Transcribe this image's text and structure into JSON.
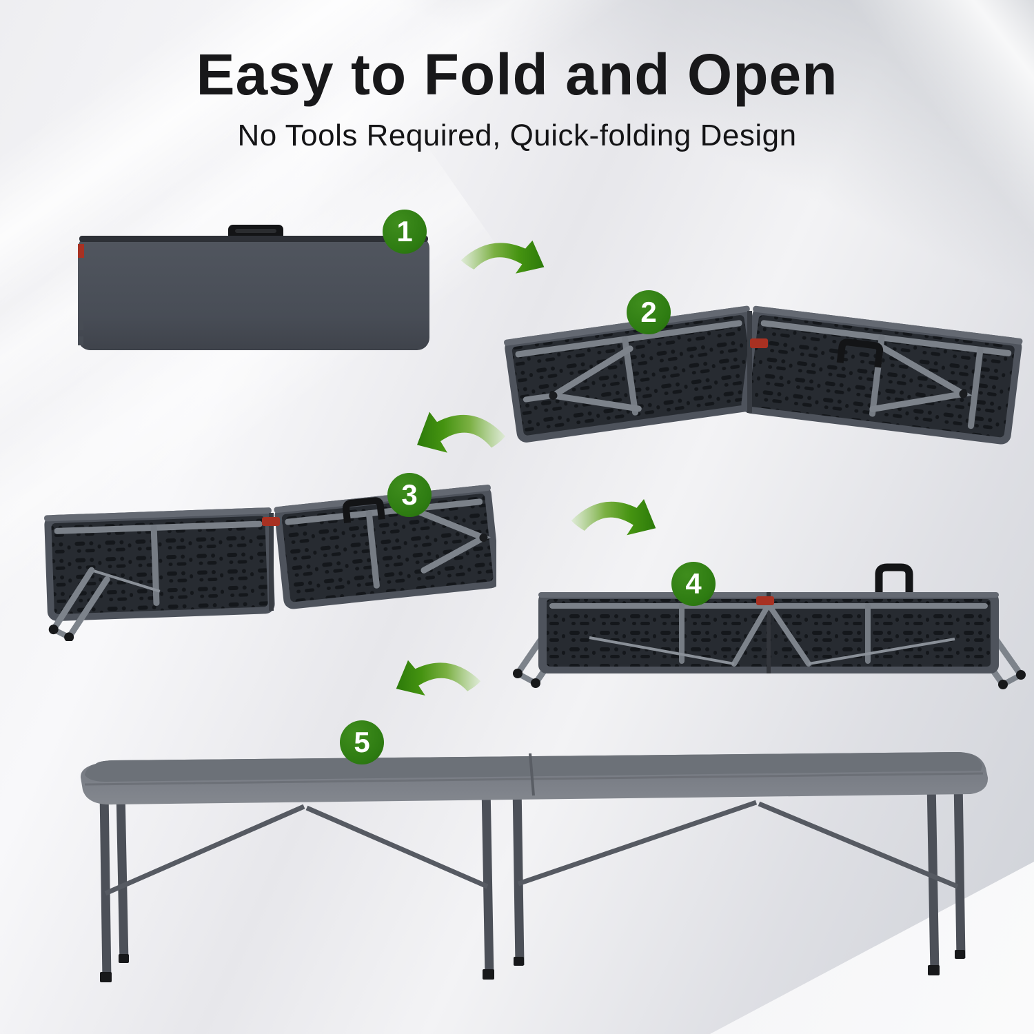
{
  "header": {
    "title": "Easy to Fold and Open",
    "subtitle": "No Tools Required, Quick-folding Design"
  },
  "steps": [
    {
      "number": "1"
    },
    {
      "number": "2"
    },
    {
      "number": "3"
    },
    {
      "number": "4"
    },
    {
      "number": "5"
    }
  ],
  "colors": {
    "badge_green": "#2e7c12",
    "arrow_green": "#3f8d13",
    "bench_shell_gray": "#4a4f58",
    "bench_underside_gray": "#262a30",
    "frame_tube_gray": "#7b8189",
    "latch_red": "#a83122",
    "title_color": "#18181a",
    "background_light": "#ececef"
  }
}
